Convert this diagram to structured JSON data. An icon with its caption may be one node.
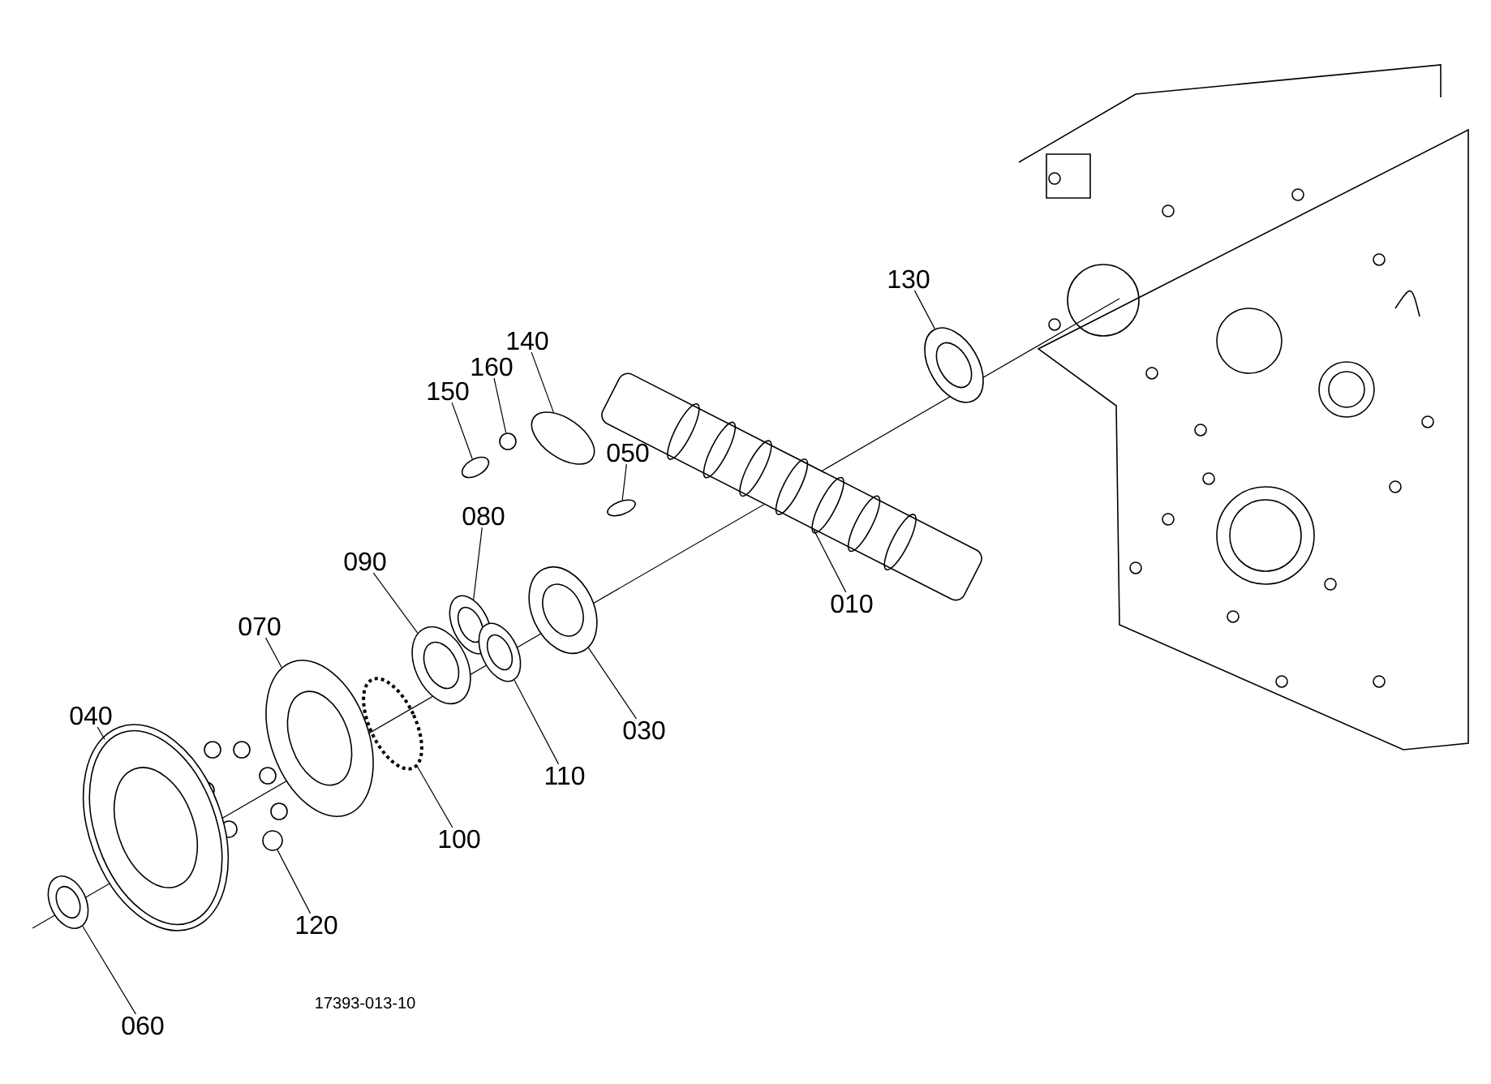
{
  "diagram": {
    "nodes": [
      {
        "text": [
          "130"
        ]
      },
      {
        "text": [
          "140"
        ]
      },
      {
        "text": [
          "160"
        ]
      },
      {
        "text": [
          "150"
        ]
      },
      {
        "text": [
          "050"
        ]
      },
      {
        "text": [
          "080"
        ]
      },
      {
        "text": [
          "090"
        ]
      },
      {
        "text": [
          "070"
        ]
      },
      {
        "text": [
          "040"
        ]
      },
      {
        "text": [
          "060"
        ]
      },
      {
        "text": [
          "120"
        ]
      },
      {
        "text": [
          "100"
        ]
      },
      {
        "text": [
          "110"
        ]
      },
      {
        "text": [
          "030"
        ]
      },
      {
        "text": [
          "010"
        ]
      },
      {
        "text": [],
        "shape": "picture"
      },
      {
        "text": [],
        "shape": "picture"
      },
      {
        "text": [],
        "shape": "circle"
      },
      {
        "text": [],
        "shape": "picture"
      },
      {
        "text": [],
        "shape": "picture"
      },
      {
        "text": [],
        "shape": "picture"
      },
      {
        "text": [],
        "shape": "picture"
      },
      {
        "text": [],
        "shape": "picture"
      },
      {
        "text": [],
        "shape": "picture"
      },
      {
        "text": [],
        "shape": "picture"
      },
      {
        "text": [],
        "shape": "circle"
      },
      {
        "text": [],
        "shape": "picture"
      },
      {
        "text": [],
        "shape": "picture"
      },
      {
        "text": [],
        "shape": "picture"
      },
      {
        "text": [],
        "shape": "picture"
      }
    ],
    "edges": [
      {
        "from": 0,
        "to": 15,
        "arrow": "none"
      },
      {
        "from": 1,
        "to": 16,
        "arrow": "none"
      },
      {
        "from": 2,
        "to": 17,
        "arrow": "none"
      },
      {
        "from": 3,
        "to": 18,
        "arrow": "none"
      },
      {
        "from": 4,
        "to": 19,
        "arrow": "none"
      },
      {
        "from": 5,
        "to": 20,
        "arrow": "none"
      },
      {
        "from": 6,
        "to": 21,
        "arrow": "none"
      },
      {
        "from": 7,
        "to": 22,
        "arrow": "none"
      },
      {
        "from": 8,
        "to": 23,
        "arrow": "none"
      },
      {
        "from": 9,
        "to": 24,
        "arrow": "none"
      },
      {
        "from": 10,
        "to": 25,
        "arrow": "none"
      },
      {
        "from": 11,
        "to": 26,
        "arrow": "none"
      },
      {
        "from": 12,
        "to": 27,
        "arrow": "none"
      },
      {
        "from": 13,
        "to": 28,
        "arrow": "none"
      },
      {
        "from": 14,
        "to": 29,
        "arrow": "none"
      }
    ],
    "labels": [
      "17393-013-10"
    ]
  }
}
